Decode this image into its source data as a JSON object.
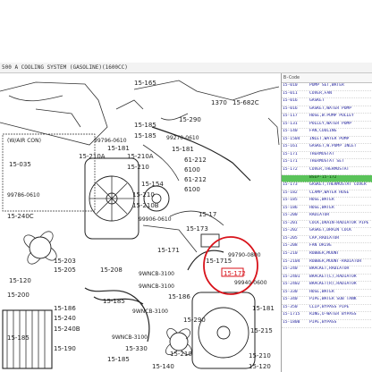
{
  "window": {
    "title": "500 A  COOLING SYSTEM (GASOLINE)(1600CC)"
  },
  "parts_list": {
    "header": "B-Code",
    "rows": [
      {
        "code": "15-010",
        "desc": "PUMP SET,WATER"
      },
      {
        "code": "15-011",
        "desc": "COVER,FAN"
      },
      {
        "code": "15-016",
        "desc": "GASKET"
      },
      {
        "code": "15-016",
        "desc": "GASKET,WATER PUMP"
      },
      {
        "code": "15-117",
        "desc": "HOSE,W.PUMP PULLEY"
      },
      {
        "code": "15-131",
        "desc": "PULLEY,WATER PUMP"
      },
      {
        "code": "15-140",
        "desc": "FAN,COOLING"
      },
      {
        "code": "15-1504",
        "desc": "INLET,WATER PUMP"
      },
      {
        "code": "15-161",
        "desc": "GASKET,W.PUMP INLET"
      },
      {
        "code": "15-171",
        "desc": "THERMOSTAT"
      },
      {
        "code": "15-171",
        "desc": "THERMOSTAT SET"
      },
      {
        "code": "15-172",
        "desc": "COVER,THERMOSTAT"
      },
      {
        "code": "",
        "desc": "BSEP-15-172"
      },
      {
        "code": "15-173",
        "desc": "GASKET,THERMOSTAT COVER"
      },
      {
        "code": "15-182",
        "desc": "CLAMP,WATER HOSE"
      },
      {
        "code": "15-185",
        "desc": "HOSE,WATER"
      },
      {
        "code": "15-186",
        "desc": "HOSE,WATER"
      },
      {
        "code": "15-200",
        "desc": "RADIATOR"
      },
      {
        "code": "15-201",
        "desc": "COCK,DRAIN-RADIATOR PIPE"
      },
      {
        "code": "15-202",
        "desc": "GASKET,DRAIN COCK"
      },
      {
        "code": "15-205",
        "desc": "CAP,RADIATOR"
      },
      {
        "code": "15-208",
        "desc": "FAN DRIVE"
      },
      {
        "code": "15-210",
        "desc": "RUBBER,MOUNT"
      },
      {
        "code": "15-2104",
        "desc": "RUBBER,MOUNT-RADIATOR"
      },
      {
        "code": "15-240",
        "desc": "BRACKET,RADIATOR"
      },
      {
        "code": "15-2401",
        "desc": "BRACKET(L),RADIATOR"
      },
      {
        "code": "15-2402",
        "desc": "BRACKET(R),RADIATOR"
      },
      {
        "code": "15-330",
        "desc": "HOSE,WATER"
      },
      {
        "code": "15-340",
        "desc": "PIPE,WATER SUB TANK"
      },
      {
        "code": "15-350",
        "desc": "CLIP,BYPASS PIPE"
      },
      {
        "code": "15-1715",
        "desc": "RING,O-WATER BYPASS"
      },
      {
        "code": "15-1800",
        "desc": "PIPE,BYPASS"
      }
    ]
  },
  "diagram": {
    "labels": {
      "l15165": "15-165",
      "l1370": "1370",
      "l15682c": "15-682C",
      "l15290": "15-290",
      "l15185": "15-185",
      "l15185b": "15-185",
      "l99270": "99270-0610",
      "l15181": "15-181",
      "l61212": "61-212",
      "l6100": "6100",
      "l61212b": "61-212",
      "l6100b": "6100",
      "lwaircon": "(W/AIR CON)",
      "l99796": "99796-0610",
      "l15181b": "15-181",
      "l15210a": "15-210A",
      "l15035": "15-035",
      "l15210a2": "15-210A",
      "l15210": "15-210",
      "l15154": "15-154",
      "l99786": "99786-0610",
      "l1524oc": "15-240C",
      "l15210b": "15-210",
      "l15210b2": "15-210B",
      "l99906": "99906-0610",
      "l1517": "15-17",
      "l15173": "15-173",
      "l15171": "15-171",
      "l99790": "99790-0800",
      "l1515": "15-1715",
      "l15172": "15-172",
      "l15120": "15-120",
      "l15200": "15-200",
      "l15203": "15-203",
      "l15205": "15-205",
      "l15208": "15-208",
      "l15186": "15-186",
      "l15240": "15-240",
      "l15240b": "15-240B",
      "l15185c": "15-185",
      "l15190": "15-190",
      "l99940": "99940-0600",
      "lwncb3100": "9WNCB-3100",
      "lwncb3100b": "9WNCB-3100",
      "lwncb3100c": "9WNCB-3100",
      "lwncb3100d": "9WNCB-3100",
      "l15185d": "15-185",
      "l15186b": "15-186",
      "l15330": "15-330",
      "l15185e": "15-185",
      "l15181c": "15-181",
      "l15290b": "15-290",
      "l15215": "15-215",
      "l15210c": "15-210",
      "l15210d": "15-210",
      "l15140": "15-140",
      "l15120b": "15-120"
    }
  },
  "colors": {
    "list_text": "#1c1c9a",
    "selected_row": "#5ac35a",
    "highlight_green": "#22c24a",
    "callout_red": "#d8121a"
  }
}
